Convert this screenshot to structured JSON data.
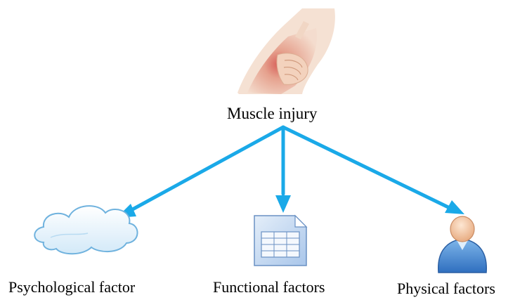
{
  "root": {
    "label": "Muscle injury",
    "image_icon": "arm-pain-photo"
  },
  "children": [
    {
      "label": "Psychological factor",
      "icon": "cloud-icon"
    },
    {
      "label": "Functional factors",
      "icon": "spreadsheet-document-icon"
    },
    {
      "label": "Physical factors",
      "icon": "user-person-icon"
    }
  ],
  "colors": {
    "arrow": "#1aa9e8",
    "cloud_fill": "#eaf5fc",
    "cloud_stroke": "#6fb2de",
    "document_fill": "#bcd4ee",
    "document_stroke": "#6a91c4",
    "person_body": "#4a8fd6",
    "person_head": "#f2c7a2"
  }
}
